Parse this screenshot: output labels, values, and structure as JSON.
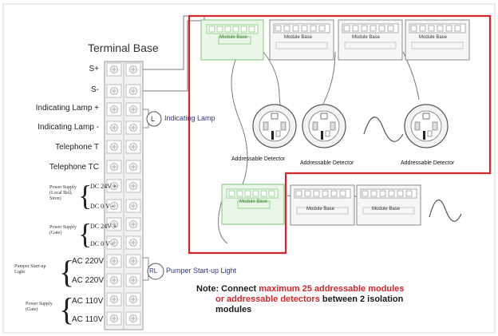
{
  "diagram": {
    "title": "Terminal Base",
    "terminals": [
      "S+",
      "S-",
      "Indicating Lamp +",
      "Indicating Lamp -",
      "Telephone  T",
      "Telephone TC"
    ],
    "power_supply_local": {
      "label": "Power Supply (Local Bell, Siren)",
      "lines": [
        "DC 24V +",
        "DC  0 V -"
      ]
    },
    "power_supply_gate": {
      "label": "Power Supply (Gate)",
      "lines": [
        "DC 24V +",
        "DC  0 V -"
      ]
    },
    "pumper_startup": {
      "label": "Pumper Start-up Light",
      "lines": [
        "AC 220V",
        "AC 220V"
      ]
    },
    "power_supply_ac": {
      "label": "Power Supply (Gate)",
      "lines": [
        "AC 110V",
        "AC 110V"
      ]
    },
    "indicating_lamp": {
      "symbol": "L",
      "label": "Indicating Lamp"
    },
    "pumper_light": {
      "symbol": "RL",
      "label": "Pumper Start-up Light"
    },
    "isolation_module": "Module Base",
    "module_base": "Module Base",
    "detectors": [
      "Addressable Detector",
      "Addressable Detector",
      "Addressable Detector"
    ],
    "note": {
      "prefix": "Note: Connect ",
      "highlight1": "maximum 25 addressable modules",
      "line2_highlight": "or addressable detectors",
      "line2_rest": " between 2 isolation",
      "line3": "modules"
    },
    "colors": {
      "boundary": "#d6252b",
      "isolation": "#7fc77a",
      "wire": "#8a8a8a",
      "text_blue": "#2b3a8c"
    }
  }
}
